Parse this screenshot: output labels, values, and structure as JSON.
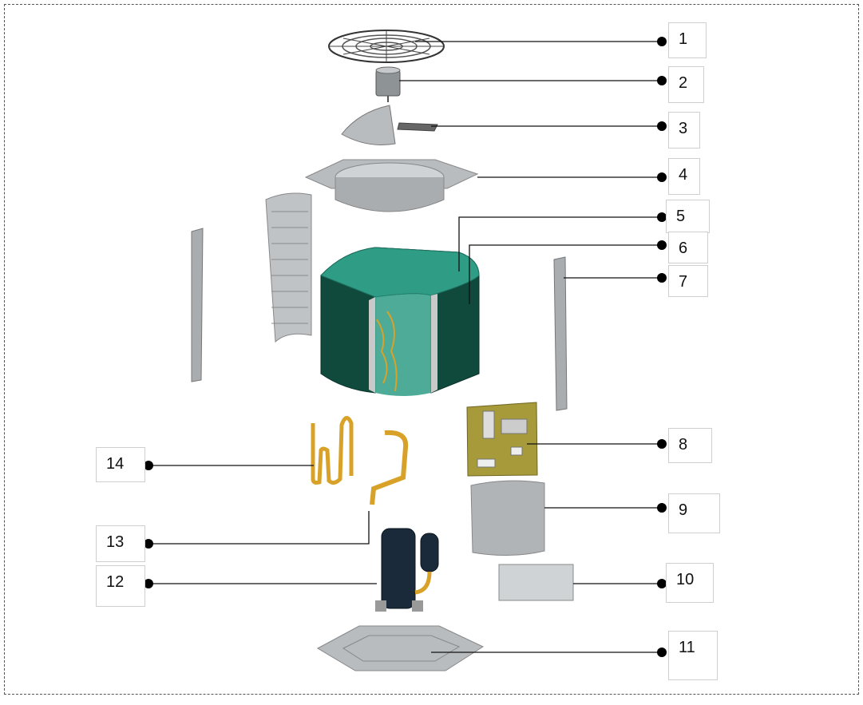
{
  "diagram": {
    "callouts": [
      {
        "id": "1",
        "text": "1"
      },
      {
        "id": "2",
        "text": "2"
      },
      {
        "id": "3",
        "text": "3"
      },
      {
        "id": "4",
        "text": "4"
      },
      {
        "id": "5",
        "text": "5"
      },
      {
        "id": "6",
        "text": "6"
      },
      {
        "id": "7",
        "text": "7"
      },
      {
        "id": "8",
        "text": "8"
      },
      {
        "id": "9",
        "text": "9"
      },
      {
        "id": "10",
        "text": "10"
      },
      {
        "id": "11",
        "text": "11"
      },
      {
        "id": "12",
        "text": "12"
      },
      {
        "id": "13",
        "text": "13"
      },
      {
        "id": "14",
        "text": "14"
      }
    ],
    "colors": {
      "metal": "#b8bcbf",
      "metal_dark": "#8e9396",
      "coil_green": "#0f4a3c",
      "coil_inner": "#2f9c86",
      "copper": "#d8a228",
      "compressor": "#1a2a3a",
      "board": "#a69a3a",
      "leader": "#111111"
    }
  }
}
